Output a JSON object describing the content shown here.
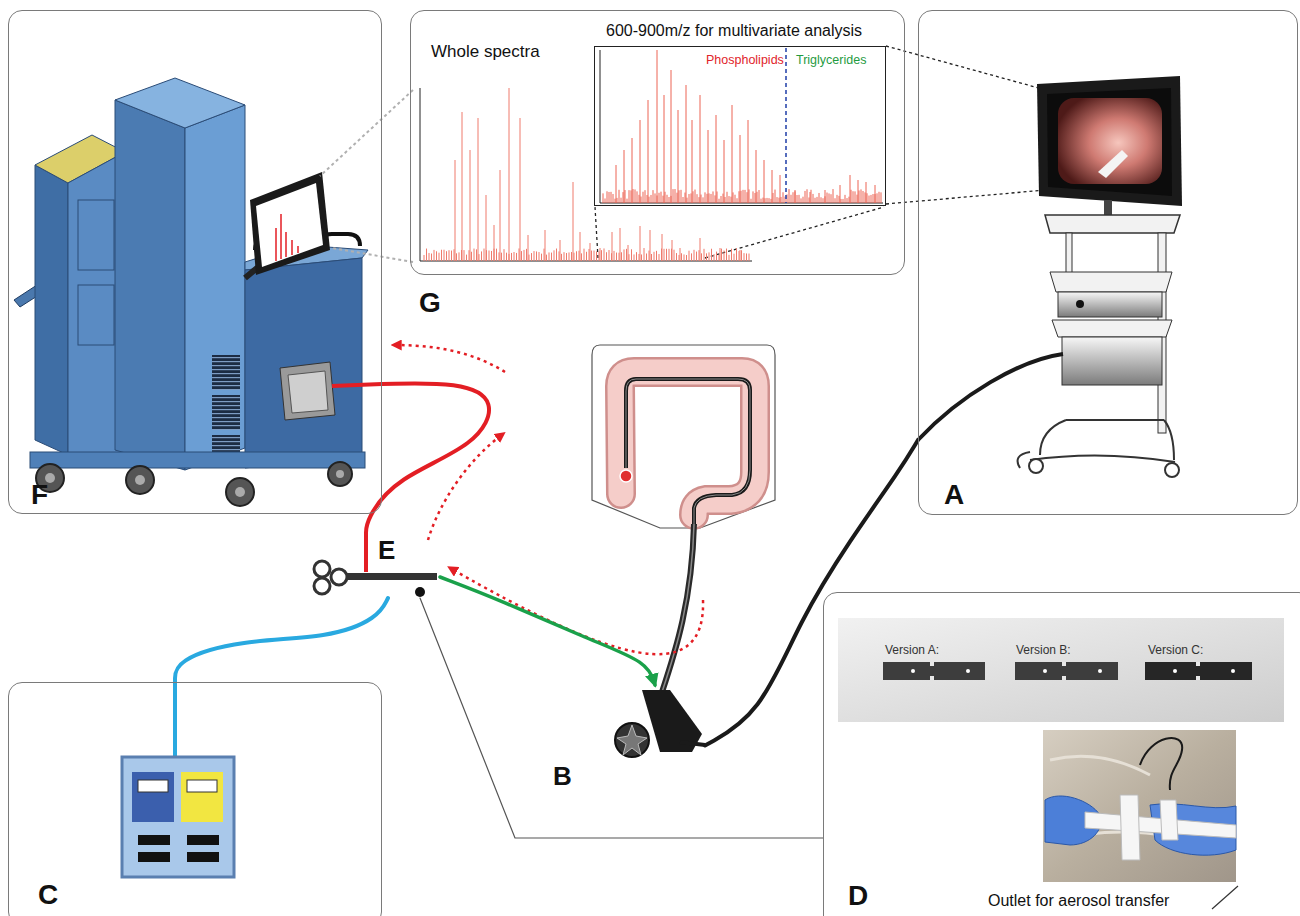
{
  "diagram": {
    "nodes": [
      {
        "text": [
          "F"
        ]
      },
      {
        "text": [
          "Whole spectra",
          "G"
        ]
      },
      {
        "text": [
          "600-900m/z for multivariate analysis",
          "Phospholipids",
          "Triglycerides"
        ],
        "in": 1
      },
      {
        "text": [
          "A"
        ]
      },
      {
        "text": [
          "E"
        ]
      },
      {
        "text": [
          "B"
        ]
      },
      {
        "text": [
          "C"
        ]
      },
      {
        "text": [
          "Version A:",
          "Version B:",
          "Version C:",
          "Outlet for aerosol transfer",
          "D"
        ]
      }
    ],
    "edges": [
      {
        "from": 6,
        "to": 4,
        "arrow": "none"
      },
      {
        "from": 4,
        "to": 0,
        "arrow": "none"
      },
      {
        "from": 4,
        "to": 5,
        "arrow": "to"
      },
      {
        "from": 5,
        "to": 3,
        "arrow": "none"
      },
      {
        "from": 4,
        "to": 7,
        "arrow": "none"
      }
    ]
  }
}
